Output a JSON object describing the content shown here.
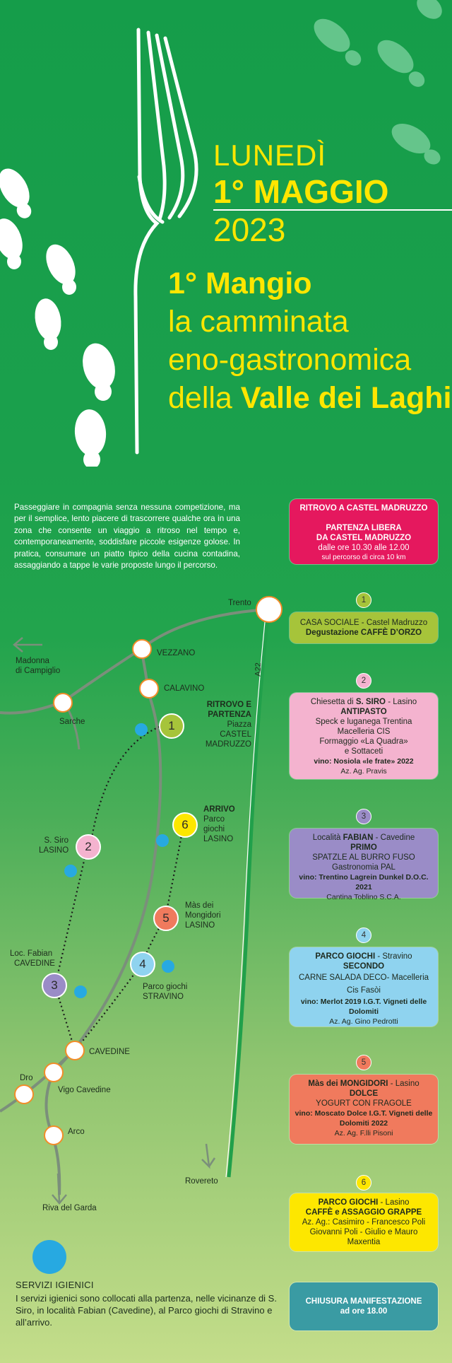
{
  "header": {
    "day": "LUNEDÌ",
    "date_bold": "1° MAGGIO",
    "year": " 2023"
  },
  "title": {
    "line1": "1° Mangio",
    "line2": "la camminata",
    "line3": "eno-gastronomica",
    "line4_prefix": "della ",
    "line4_bold": "Valle dei Laghi"
  },
  "intro": "Passeggiare in compagnia senza nessuna competizione, ma per il semplice, lento piacere di trascorrere qualche ora in una zona che consente un viaggio a ritroso nel tempo e, contemporaneamente, soddisfare piccole esigenze golose. In pratica, consumare un piatto tipico della cucina contadina, assaggiando a tappe le varie proposte lungo il percorso.",
  "start_box": {
    "title": "RITROVO A CASTEL MADRUZZO",
    "line1": "PARTENZA LIBERA",
    "line2": "DA CASTEL MADRUZZO",
    "line3": "dalle ore 10.30 alle 12.00",
    "line4": "sul percorso di circa 10 km"
  },
  "stops": [
    {
      "num": "1",
      "line1": "CASA SOCIALE - Castel Madruzzo",
      "line2": "Degustazione CAFFÈ D’ORZO"
    },
    {
      "num": "2",
      "loc_prefix": "Chiesetta di ",
      "loc_bold": "S. SIRO",
      "loc_suffix": " - Lasino",
      "course": "ANTIPASTO",
      "dish1": "Speck e luganega Trentina",
      "dish2": "Macelleria CIS",
      "dish3": "Formaggio «La Quadra»",
      "dish4": "e Sottaceti",
      "wine": "vino: Nosiola «le frate» 2022",
      "producer": "Az. Ag. Pravis"
    },
    {
      "num": "3",
      "loc_prefix": "Località ",
      "loc_bold": "FABIAN",
      "loc_suffix": " - Cavedine",
      "course": "PRIMO",
      "dish1": "SPATZLE AL BURRO FUSO",
      "dish2": "Gastronomia PAL",
      "wine": "vino: Trentino Lagrein Dunkel D.O.C. 2021",
      "producer": "Cantina Toblino S.C.A."
    },
    {
      "num": "4",
      "loc_bold": "PARCO GIOCHI",
      "loc_suffix": " - Stravino",
      "course": "SECONDO",
      "dish1": "CARNE SALADA DECO- Macelleria Cis Fasòi",
      "wine": "vino: Merlot 2019 I.G.T. Vigneti delle Dolomiti",
      "producer": "Az. Ag. Gino Pedrotti"
    },
    {
      "num": "5",
      "loc_bold": "Màs dei MONGIDORI",
      "loc_suffix": " - Lasino",
      "course": "DOLCE",
      "dish1": "YOGURT CON FRAGOLE",
      "wine": "vino: Moscato Dolce I.G.T. Vigneti delle Dolomiti 2022",
      "producer": "Az. Ag. F.lli Pisoni"
    },
    {
      "num": "6",
      "loc_bold": "PARCO GIOCHI",
      "loc_suffix": " - Lasino",
      "course": "CAFFÈ e ASSAGGIO GRAPPE",
      "producer": "Az. Ag.: Casimiro - Francesco Poli Giovanni Poli - Giulio e Mauro Maxentia"
    }
  ],
  "end_box": {
    "line1": "CHIUSURA MANIFESTAZIONE",
    "line2": "ad ore 18.00"
  },
  "map": {
    "trento": "Trento",
    "madonna1": "Madonna",
    "madonna2": "di Campiglio",
    "vezzano": "VEZZANO",
    "calavino": "CALAVINO",
    "sarche": "Sarche",
    "a22": "A22",
    "ritrovo1": "RITROVO E",
    "ritrovo2": "PARTENZA",
    "ritrovo3": "Piazza",
    "ritrovo4": "CASTEL",
    "ritrovo5": "MADRUZZO",
    "arrivo1": "ARRIVO",
    "arrivo2": "Parco",
    "arrivo3": "giochi",
    "arrivo4": "LASINO",
    "ssiro1": "S. Siro",
    "ssiro2": "LASINO",
    "mas1": "Màs dei",
    "mas2": "Mongidori",
    "mas3": "LASINO",
    "fabian1": "Loc. Fabian",
    "fabian2": "CAVEDINE",
    "parco1": "Parco giochi",
    "parco2": "STRAVINO",
    "cavedine": "CAVEDINE",
    "dro": "Dro",
    "vigo": "Vigo Cavedine",
    "arco": "Arco",
    "rovereto": "Rovereto",
    "riva": "Riva del Garda"
  },
  "services": {
    "title": "SERVIZI IGIENICI",
    "text": "I servizi igienici sono collocati alla partenza, nelle vicinanze di S. Siro, in località Fabian (Cavedine), al Parco giochi di Stravino e all’arrivo."
  },
  "colors": {
    "start_box": "#e5185e",
    "stop1": "#a6c43a",
    "stop2": "#f4b3cf",
    "stop3": "#9a8cc7",
    "stop4": "#8fd3ef",
    "stop5": "#f07a5d",
    "stop6": "#fde700",
    "end_box": "#3a9ba3",
    "service_dot": "#27a9e1",
    "title_yellow": "#ffe600"
  }
}
